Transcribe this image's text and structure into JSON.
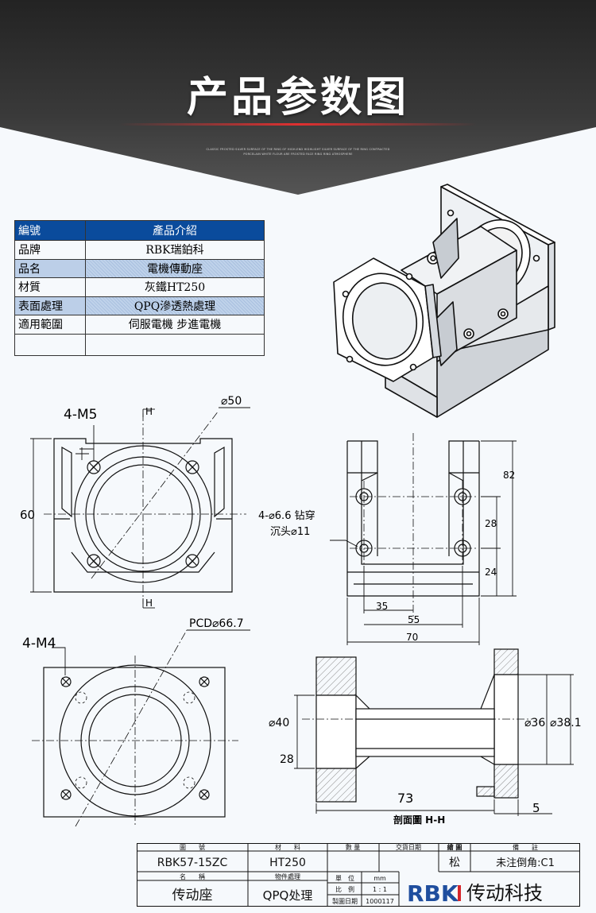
{
  "header": {
    "title": "产品参数图",
    "subtitle_line1": "CLASSIC FROSTED SILVER SURFACE OF THE RING OF HIGH-END HIGHLIGHT SILVER SURFACE OF THE RING CONTRACTED",
    "subtitle_line2": "PORCELAIN WHITE FLOUR ARE FROSTED FACE RING RING ATMOSPHERE"
  },
  "spec_table": {
    "header": {
      "label": "編號",
      "value": "產品介紹"
    },
    "rows": [
      {
        "label": "品牌",
        "value": "RBK瑞鉑科"
      },
      {
        "label": "品名",
        "value": "電機傳動座"
      },
      {
        "label": "材質",
        "value": "灰鐵HT250"
      },
      {
        "label": "表面處理",
        "value": "QPQ滲透熱處理"
      },
      {
        "label": "適用範圍",
        "value": "伺服電機 步進電機"
      },
      {
        "label": "",
        "value": ""
      }
    ]
  },
  "front_view": {
    "thread_label": "4-M5",
    "diameter_label": "⌀50",
    "section_mark_top": "H",
    "section_mark_bottom": "H",
    "height_label": "60"
  },
  "side_view": {
    "hole_label_line1": "4-⌀6.6 钻穿",
    "hole_label_line2": "沉头⌀11",
    "dim_28": "28",
    "dim_82": "82",
    "dim_24": "24",
    "dim_35": "35",
    "dim_55": "55",
    "dim_70": "70"
  },
  "back_view": {
    "thread_label": "4-M4",
    "pcd_label": "PCD⌀66.7"
  },
  "section_view": {
    "dim_40": "⌀40",
    "dim_28": "28",
    "dim_36": "⌀36",
    "dim_38": "⌀38.1",
    "dim_73": "73",
    "dim_5": "5",
    "caption": "剖面圖 H-H"
  },
  "title_block": {
    "h_drawing_no": "圖　　號",
    "h_material": "材　　料",
    "h_quantity": "數 量",
    "h_delivery": "交貨日期",
    "h_drawer": "繪 圖",
    "h_remark": "備　　註",
    "drawing_no": "RBK57-15ZC",
    "material": "HT250",
    "drawer": "松",
    "remark": "未注倒角:C1",
    "h_name": "名　　稱",
    "h_treatment": "物件處理",
    "name": "传动座",
    "treatment": "QPQ处理",
    "h_unit": "單　位",
    "unit": "mm",
    "h_scale": "比　例",
    "scale": "1 : 1",
    "h_date": "製圖日期",
    "date": "1000117",
    "brand_logo": "RBK",
    "brand_text": "传动科技"
  },
  "colors": {
    "header_dark": "#2e2e2e",
    "table_head": "#0a4b9c",
    "table_alt": "#bccfe8",
    "hatch": "#8a8a8a",
    "logo_blue": "#1f4e9e",
    "logo_red": "#d6272c"
  }
}
